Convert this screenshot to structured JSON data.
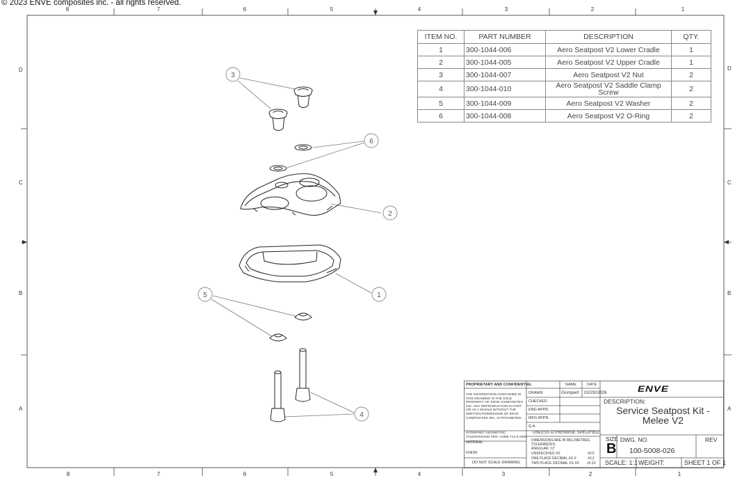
{
  "copyright": "© 2023 ENVE composites inc. - all rights reserved.",
  "zones": {
    "top": [
      "8",
      "7",
      "6",
      "5",
      "4",
      "3",
      "2",
      "1"
    ],
    "bottom": [
      "8",
      "7",
      "6",
      "5",
      "4",
      "3",
      "2",
      "1"
    ],
    "left": [
      "D",
      "C",
      "B",
      "A"
    ],
    "right": [
      "D",
      "C",
      "B",
      "A"
    ]
  },
  "balloons": [
    "3",
    "6",
    "2",
    "1",
    "5",
    "4"
  ],
  "bom": {
    "headers": [
      "ITEM NO.",
      "PART NUMBER",
      "DESCRIPTION",
      "QTY."
    ],
    "rows": [
      {
        "item": "1",
        "part": "300-1044-006",
        "desc": "Aero Seatpost V2 Lower Cradle",
        "qty": "1"
      },
      {
        "item": "2",
        "part": "300-1044-005",
        "desc": "Aero Seatpost V2 Upper Cradle",
        "qty": "1"
      },
      {
        "item": "3",
        "part": "300-1044-007",
        "desc": "Aero Seatpost V2 Nut",
        "qty": "2"
      },
      {
        "item": "4",
        "part": "300-1044-010",
        "desc": "Aero Seatpost V2 Saddle Clamp Screw",
        "qty": "2"
      },
      {
        "item": "5",
        "part": "300-1044-009",
        "desc": "Aero Seatpost V2 Washer",
        "qty": "2"
      },
      {
        "item": "6",
        "part": "300-1044-008",
        "desc": "Aero Seatpost V2 O-Ring",
        "qty": "2"
      }
    ]
  },
  "title_block": {
    "proprietary_title": "PROPRIETARY AND CONFIDENTIAL",
    "proprietary_text": "THE INFORMATION CONTAINED IN THIS DRAWING IS THE SOLE PROPERTY OF ENVE COMPOSITES INC. ANY REPRODUCTION IN PART OR AS A WHOLE WITHOUT THE WRITTEN PERMISSION OF ENVE COMPOSITES INC. IS PROHIBITED.",
    "tolerancing": "INTERPRET GEOMETRIC TOLERANCING PER: ASME Y14.5-2009",
    "material": "MATERIAL",
    "finish": "FINISH",
    "do_not_scale": "DO NOT SCALE DRAWING",
    "name_header": "NAME",
    "date_header": "DATE",
    "drawn_label": "DRAWN",
    "drawn_name": "Gompert",
    "drawn_date": "02/20/2026",
    "checked": "CHECKED",
    "eng_appr": "ENG APPR.",
    "mfg_appr": "MFG APPR.",
    "qa": "Q.A.",
    "unless": "UNLESS OTHERWISE SPECIFIED:",
    "dimensions": "DIMENSIONS ARE IN MILLIMETRES",
    "tolerances": "TOLERANCES:",
    "angular": "ANGULAR: ±1°",
    "unspecified": "UNSPECIFIED XX",
    "one_place": "ONE PLACE DECIMAL XX.X",
    "two_place": "TWO PLACE DECIMAL XX.XX",
    "tol_values": [
      "±0.5",
      "±0.2",
      "±0.10"
    ],
    "logo": "ENVE",
    "description_label": "DESCRIPTION:",
    "description_line1": "Service Seatpost Kit -",
    "description_line2": "Melee V2",
    "size_label": "SIZE",
    "size_value": "B",
    "dwg_no_label": "DWG.  NO.",
    "dwg_no_value": "100-5008-026",
    "rev_label": "REV",
    "scale": "SCALE: 1:1",
    "weight": "WEIGHT:",
    "sheet": "SHEET 1 OF 1"
  }
}
